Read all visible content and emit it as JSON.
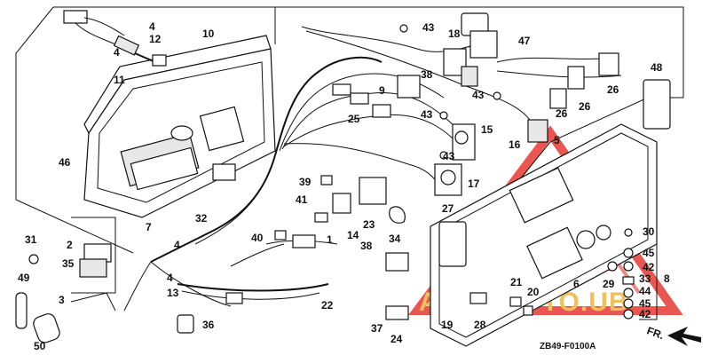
{
  "diagram_code": "ZB49-F0100A",
  "direction_label": "FR.",
  "watermark": "AUTOMOTO.UB",
  "colors": {
    "ink": "#111111",
    "watermark_red": "#e63a32",
    "watermark_gold": "#f2c05a"
  },
  "labels": [
    {
      "id": "p4a",
      "text": "4"
    },
    {
      "id": "p12",
      "text": "12"
    },
    {
      "id": "p10",
      "text": "10"
    },
    {
      "id": "p4b",
      "text": "4"
    },
    {
      "id": "p11",
      "text": "11"
    },
    {
      "id": "p46",
      "text": "46"
    },
    {
      "id": "p7",
      "text": "7"
    },
    {
      "id": "p32",
      "text": "32"
    },
    {
      "id": "p43a",
      "text": "43"
    },
    {
      "id": "p18",
      "text": "18"
    },
    {
      "id": "p47",
      "text": "47"
    },
    {
      "id": "p38a",
      "text": "38"
    },
    {
      "id": "p9",
      "text": "9"
    },
    {
      "id": "p43b",
      "text": "43"
    },
    {
      "id": "p25",
      "text": "25"
    },
    {
      "id": "p43c",
      "text": "43"
    },
    {
      "id": "p15",
      "text": "15"
    },
    {
      "id": "p16",
      "text": "16"
    },
    {
      "id": "p5",
      "text": "5"
    },
    {
      "id": "p26a",
      "text": "26"
    },
    {
      "id": "p26b",
      "text": "26"
    },
    {
      "id": "p26c",
      "text": "26"
    },
    {
      "id": "p48",
      "text": "48"
    },
    {
      "id": "p43d",
      "text": "43"
    },
    {
      "id": "p39",
      "text": "39"
    },
    {
      "id": "p17",
      "text": "17"
    },
    {
      "id": "p41",
      "text": "41"
    },
    {
      "id": "p14",
      "text": "14"
    },
    {
      "id": "p23",
      "text": "23"
    },
    {
      "id": "p34",
      "text": "34"
    },
    {
      "id": "p27",
      "text": "27"
    },
    {
      "id": "p40",
      "text": "40"
    },
    {
      "id": "p1",
      "text": "1"
    },
    {
      "id": "p2",
      "text": "2"
    },
    {
      "id": "p31",
      "text": "31"
    },
    {
      "id": "p35",
      "text": "35"
    },
    {
      "id": "p4c",
      "text": "4"
    },
    {
      "id": "p6",
      "text": "6"
    },
    {
      "id": "p38b",
      "text": "38"
    },
    {
      "id": "p29",
      "text": "29"
    },
    {
      "id": "p30",
      "text": "30"
    },
    {
      "id": "p45a",
      "text": "45"
    },
    {
      "id": "p42a",
      "text": "42"
    },
    {
      "id": "p33",
      "text": "33"
    },
    {
      "id": "p8",
      "text": "8"
    },
    {
      "id": "p49",
      "text": "49"
    },
    {
      "id": "p4d",
      "text": "4"
    },
    {
      "id": "p13",
      "text": "13"
    },
    {
      "id": "p3",
      "text": "3"
    },
    {
      "id": "p22",
      "text": "22"
    },
    {
      "id": "p21",
      "text": "21"
    },
    {
      "id": "p20",
      "text": "20"
    },
    {
      "id": "p44",
      "text": "44"
    },
    {
      "id": "p45b",
      "text": "45"
    },
    {
      "id": "p42b",
      "text": "42"
    },
    {
      "id": "p36",
      "text": "36"
    },
    {
      "id": "p37",
      "text": "37"
    },
    {
      "id": "p19",
      "text": "19"
    },
    {
      "id": "p28",
      "text": "28"
    },
    {
      "id": "p24",
      "text": "24"
    },
    {
      "id": "p50",
      "text": "50"
    }
  ]
}
